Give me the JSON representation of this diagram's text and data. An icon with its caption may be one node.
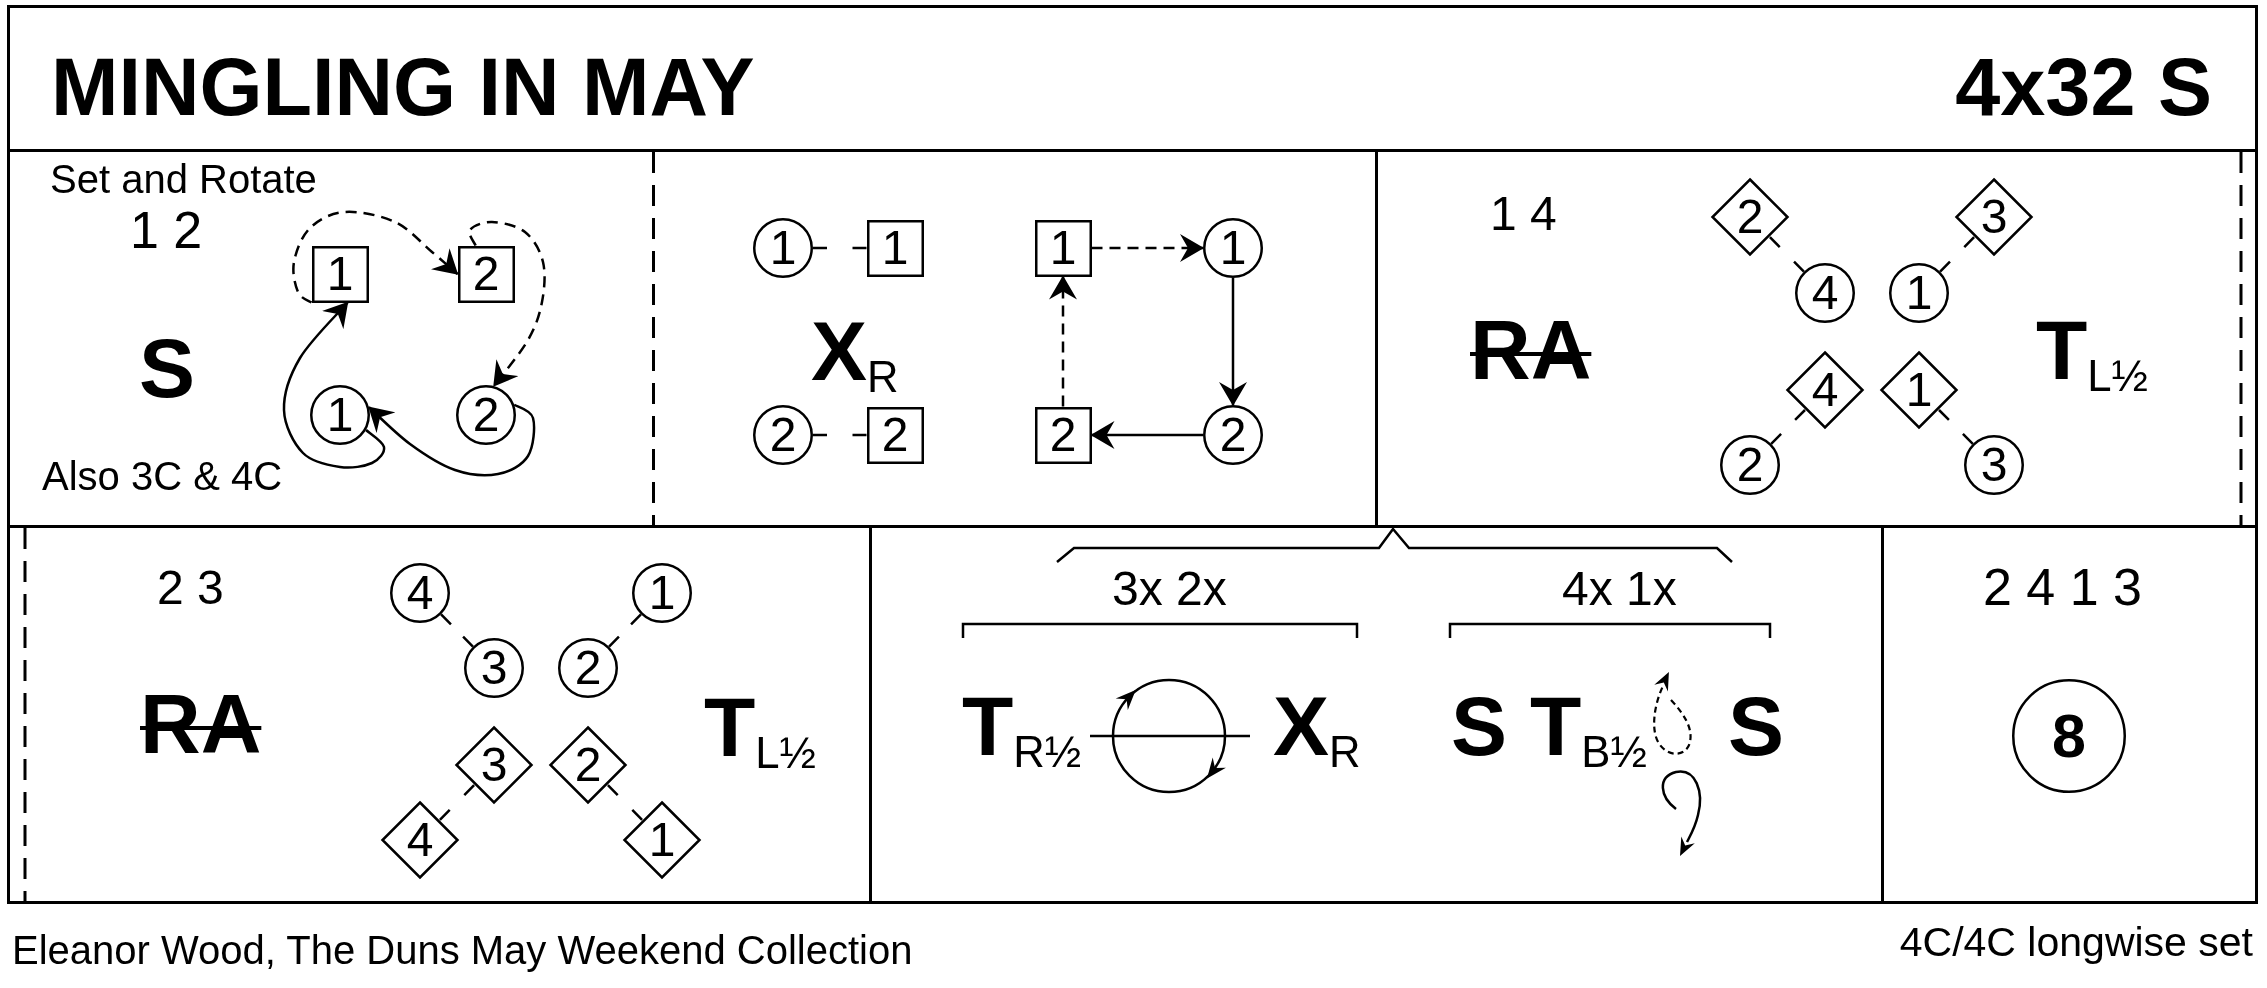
{
  "diagram": {
    "title": "MINGLING IN MAY",
    "caption": "Eleanor Wood, The Duns May Weekend Collection",
    "nodes": [
      {
        "text": [
          "Set and Rotate",
          "1 2",
          "S",
          "Also 3C & 4C"
        ]
      },
      {
        "text": [
          "1"
        ],
        "in": 0
      },
      {
        "text": [
          "2"
        ],
        "in": 0
      },
      {
        "text": [
          "1"
        ],
        "in": 0
      },
      {
        "text": [
          "2"
        ],
        "in": 0
      },
      {
        "text": [
          "**X**$_{R}$"
        ]
      },
      {
        "text": [
          "1"
        ],
        "in": 5
      },
      {
        "text": [
          "1"
        ],
        "in": 5
      },
      {
        "text": [
          "1"
        ],
        "in": 5
      },
      {
        "text": [
          "1"
        ],
        "in": 5
      },
      {
        "text": [
          "2"
        ],
        "in": 5
      },
      {
        "text": [
          "2"
        ],
        "in": 5
      },
      {
        "text": [
          "2"
        ],
        "in": 5
      },
      {
        "text": [
          "2"
        ],
        "in": 5
      },
      {
        "text": [
          "1 4",
          "RA",
          "**T**$_{L½}$"
        ]
      },
      {
        "text": [
          "2"
        ],
        "in": 14
      },
      {
        "text": [
          "3"
        ],
        "in": 14
      },
      {
        "text": [
          "4"
        ],
        "in": 14
      },
      {
        "text": [
          "1"
        ],
        "in": 14
      },
      {
        "text": [
          "4"
        ],
        "in": 14
      },
      {
        "text": [
          "1"
        ],
        "in": 14
      },
      {
        "text": [
          "2"
        ],
        "in": 14
      },
      {
        "text": [
          "3"
        ],
        "in": 14
      },
      {
        "text": [
          "2 3",
          "RA",
          "**T**$_{L½}$"
        ]
      },
      {
        "text": [
          "4"
        ],
        "in": 23
      },
      {
        "text": [
          "1"
        ],
        "in": 23
      },
      {
        "text": [
          "3"
        ],
        "in": 23
      },
      {
        "text": [
          "2"
        ],
        "in": 23
      },
      {
        "text": [
          "3"
        ],
        "in": 23
      },
      {
        "text": [
          "2"
        ],
        "in": 23
      },
      {
        "text": [
          "4"
        ],
        "in": 23
      },
      {
        "text": [
          "1"
        ],
        "in": 23
      },
      {
        "text": [
          "3x 2x",
          "4x 1x",
          "**T**$_{R½}$",
          "**X**$_{R}$",
          "S",
          "**T**$_{B½}$",
          "S"
        ]
      },
      {
        "text": [
          "2 4 1 3"
        ]
      },
      {
        "text": [
          "8"
        ],
        "in": 33
      }
    ],
    "edges": [
      {
        "from": 1,
        "to": 2,
        "arrow": "to",
        "style": "dashed"
      },
      {
        "from": 2,
        "to": 4,
        "arrow": "to",
        "style": "dashed"
      },
      {
        "from": 4,
        "to": 3,
        "arrow": "to"
      },
      {
        "from": 3,
        "to": 1,
        "arrow": "to"
      },
      {
        "from": 6,
        "to": 7,
        "arrow": "none",
        "style": "dashed"
      },
      {
        "from": 10,
        "to": 11,
        "arrow": "none",
        "style": "dashed"
      },
      {
        "from": 8,
        "to": 9,
        "arrow": "to",
        "style": "dashed"
      },
      {
        "from": 9,
        "to": 13,
        "arrow": "to"
      },
      {
        "from": 13,
        "to": 12,
        "arrow": "to"
      },
      {
        "from": 12,
        "to": 8,
        "arrow": "to",
        "style": "dashed"
      },
      {
        "from": 15,
        "to": 17,
        "arrow": "none",
        "style": "dashed"
      },
      {
        "from": 16,
        "to": 18,
        "arrow": "none",
        "style": "dashed"
      },
      {
        "from": 19,
        "to": 21,
        "arrow": "none",
        "style": "dashed"
      },
      {
        "from": 20,
        "to": 22,
        "arrow": "none",
        "style": "dashed"
      },
      {
        "from": 24,
        "to": 26,
        "arrow": "none",
        "style": "dashed"
      },
      {
        "from": 25,
        "to": 27,
        "arrow": "none",
        "style": "dashed"
      },
      {
        "from": 28,
        "to": 30,
        "arrow": "none",
        "style": "dashed"
      },
      {
        "from": 29,
        "to": 31,
        "arrow": "none",
        "style": "dashed"
      }
    ],
    "labels": [
      "4x32 S",
      "4C/4C longwise set"
    ]
  }
}
